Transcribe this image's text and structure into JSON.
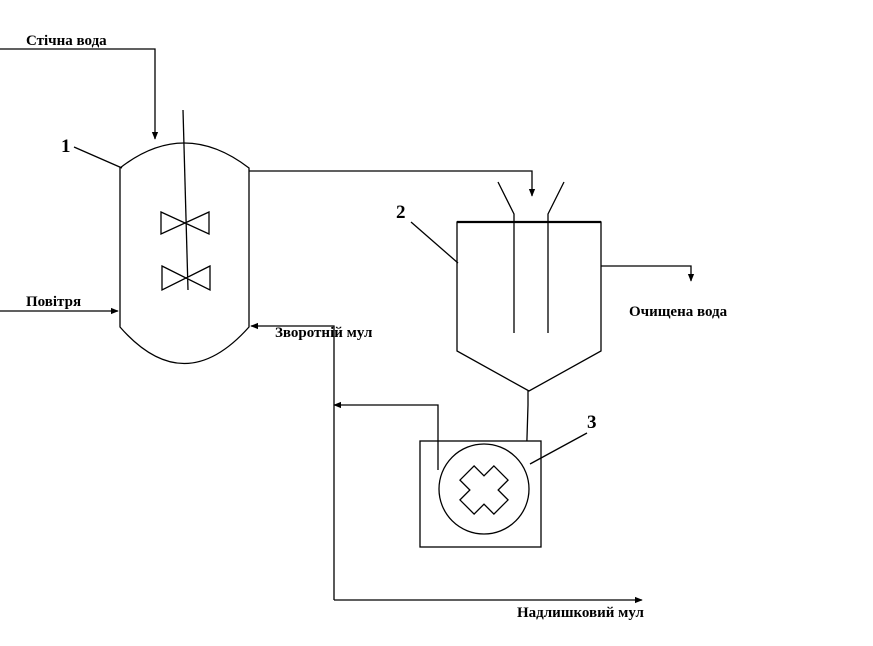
{
  "labels": {
    "wastewater": "Стічна вода",
    "air": "Повітря",
    "return_sludge": "Зворотній мул",
    "treated_water": "Очищена вода",
    "excess_sludge": "Надлишковий мул"
  },
  "markers": {
    "aerotank": "1",
    "settler": "2",
    "pump": "3"
  },
  "colors": {
    "stroke": "#000000",
    "background": "#ffffff"
  }
}
